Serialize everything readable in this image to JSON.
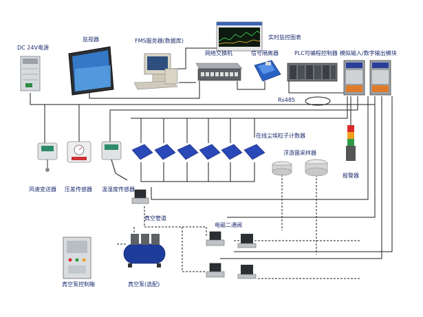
{
  "labels": {
    "dc_power": "DC 24V电源",
    "monitor": "监视器",
    "fms_server": "FMS服务器(数据库)",
    "realtime_chart": "实时监控图表",
    "network_switch": "网络交换机",
    "signal_isolator": "信号隔离器",
    "plc": "PLC可编程控制器",
    "io_module": "模拟输入/数字输出模块",
    "rs485": "Rs485",
    "particle_counter": "在线尘埃粒子计数器",
    "bio_sampler": "浮游菌采样器",
    "wind_transmitter": "风速变送器",
    "pressure_sensor": "压差传感器",
    "temp_humidity_sensor": "温湿度传感器",
    "alarm": "报警器",
    "vacuum_pipe": "真空管道",
    "solenoid_valve": "电磁二通阀",
    "vacuum_cabinet": "真空泵控制箱",
    "vacuum_pump": "真空泵(选配)"
  },
  "colors": {
    "label": "#1a2a6e",
    "wire": "#1a1a1a",
    "device_blue": "#2a48b8",
    "device_gray": "#bfc3c7",
    "pump_blue": "#1e3c9a"
  }
}
